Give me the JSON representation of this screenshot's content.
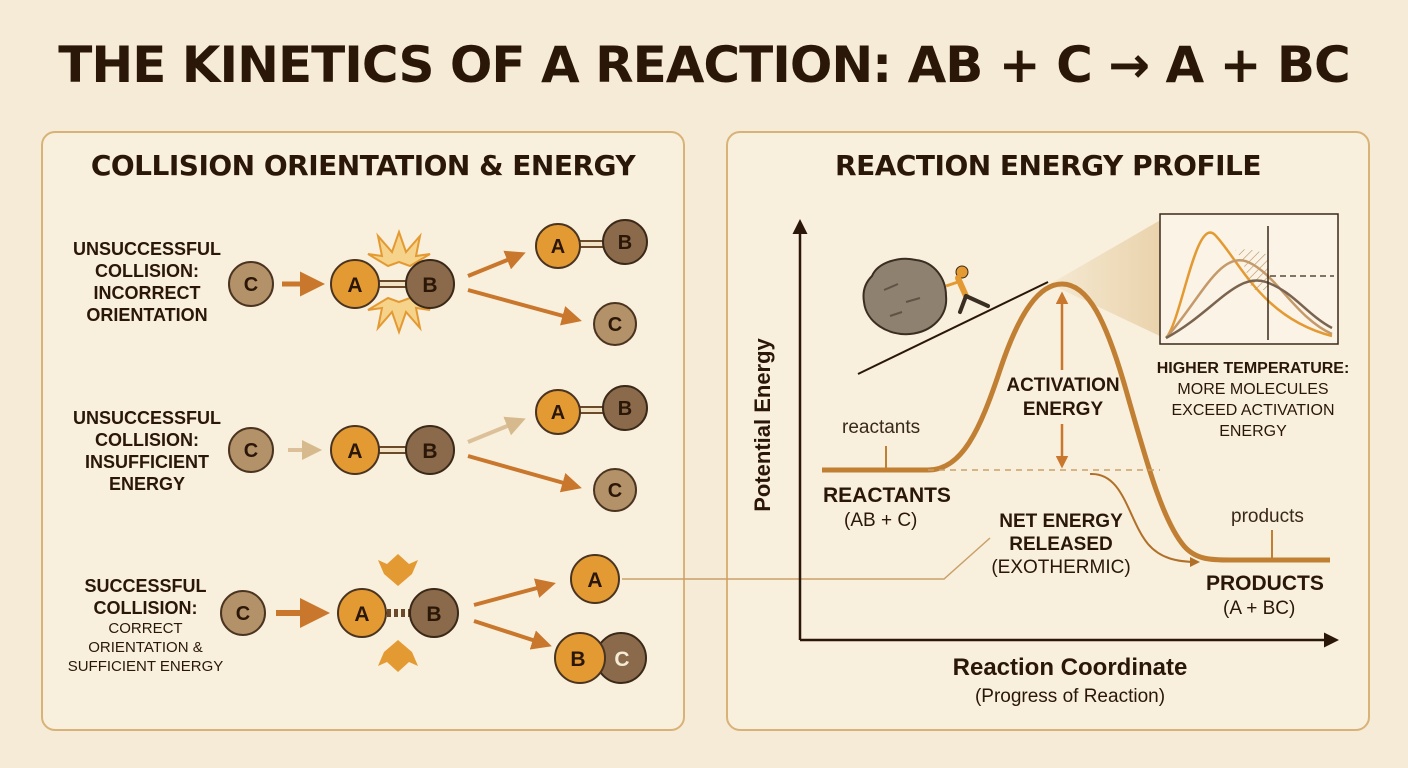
{
  "title": "THE KINETICS OF A REACTION: AB + C → A + BC",
  "left_panel": {
    "title": "COLLISION ORIENTATION & ENERGY",
    "rows": [
      {
        "label_lines": [
          "UNSUCCESSFUL",
          "COLLISION:",
          "INCORRECT",
          "ORIENTATION"
        ]
      },
      {
        "label_lines": [
          "UNSUCCESSFUL",
          "COLLISION:",
          "INSUFFICIENT",
          "ENERGY"
        ]
      },
      {
        "label_lines": [
          "SUCCESSFUL",
          "COLLISION:"
        ],
        "sub_lines": [
          "CORRECT",
          "ORIENTATION &",
          "SUFFICIENT ENERGY"
        ]
      }
    ],
    "molecules": {
      "a": "A",
      "b": "B",
      "c": "C"
    }
  },
  "right_panel": {
    "title": "REACTION ENERGY PROFILE",
    "y_axis_label": "Potential Energy",
    "x_axis_label": "Reaction Coordinate",
    "x_axis_sublabel": "(Progress of Reaction)",
    "reactants_small": "reactants",
    "reactants_label": "REACTANTS",
    "reactants_formula": "(AB + C)",
    "products_small": "products",
    "products_label": "PRODUCTS",
    "products_formula": "(A + BC)",
    "activation_label": [
      "ACTIVATION",
      "ENERGY"
    ],
    "net_energy_label": [
      "NET ENERGY",
      "RELEASED"
    ],
    "net_energy_sub": "(EXOTHERMIC)",
    "temperature_label": "HIGHER TEMPERATURE:",
    "temperature_sub": [
      "MORE MOLECULES",
      "EXCEED ACTIVATION",
      "ENERGY"
    ]
  },
  "colors": {
    "background": "#f5ebd6",
    "panel_border": "#d9b277",
    "orange": "#e49a33",
    "brown": "#8a6a4a",
    "tan": "#b39169",
    "arrow": "#c9772c",
    "dark": "#2a1708"
  }
}
